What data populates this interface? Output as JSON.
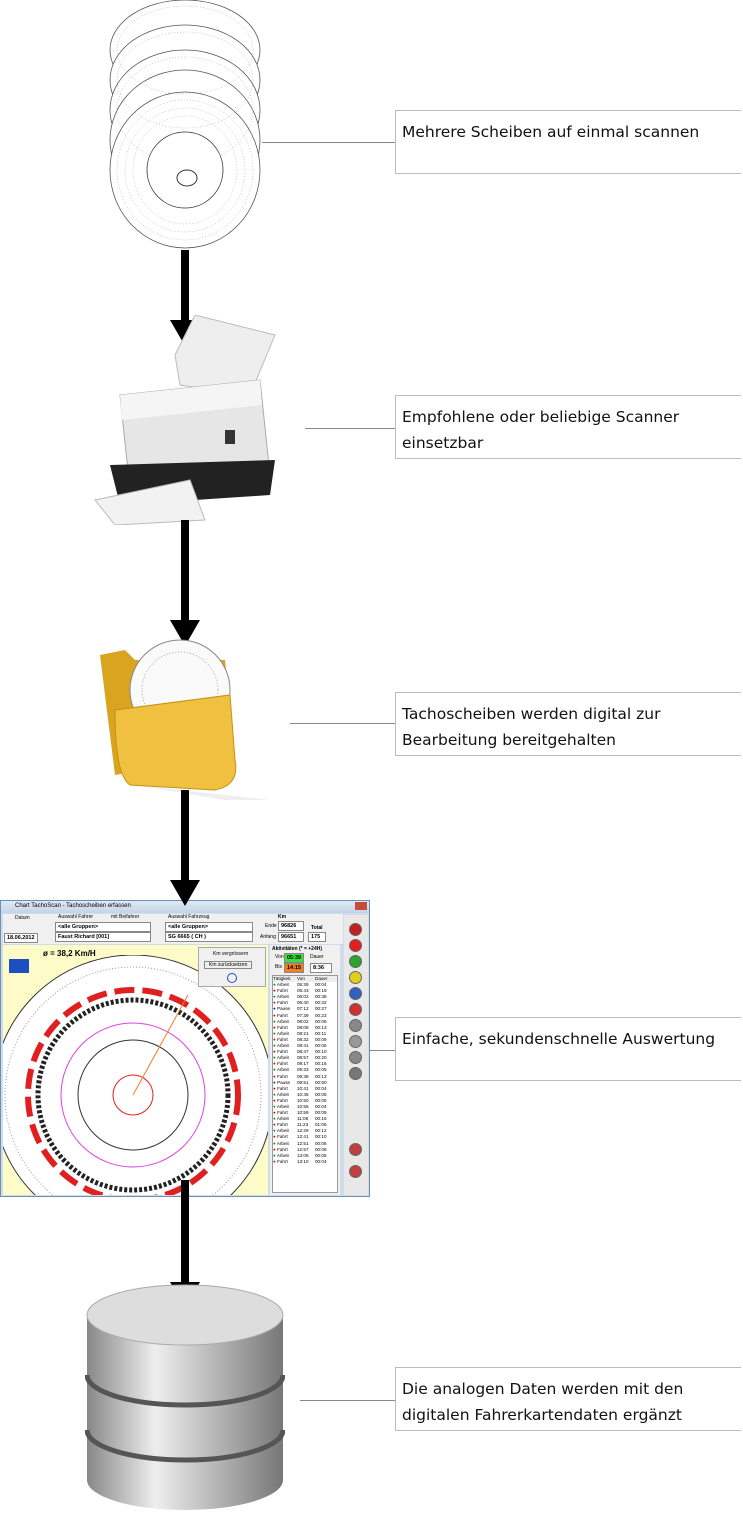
{
  "steps": [
    {
      "label": "Mehrere Scheiben auf einmal scannen",
      "icon": "tachograph-discs-icon"
    },
    {
      "label": "Empfohlene oder beliebige Scanner einsetzbar",
      "icon": "scanner-icon"
    },
    {
      "label": "Tachoscheiben werden digital zur Bearbeitung bereitgehalten",
      "icon": "folder-icon"
    },
    {
      "label": "Einfache, sekundenschnelle Auswertung",
      "icon": "app-screenshot"
    },
    {
      "label": "Die analogen Daten werden mit den digitalen Fahrerkartendaten ergänzt",
      "icon": "database-icon"
    }
  ],
  "app": {
    "title": "Chart TachoScan - Tachoscheiben erfassen",
    "date_label": "Datum",
    "date": "18.06.2012",
    "driver_label": "Auswahl Fahrer",
    "co_driver": "mit Beifahrer",
    "driver_group": "<alle Gruppen>",
    "driver": "Faust Richard [001]",
    "vehicle_label": "Auswahl Fahrzeug",
    "vehicle_group": "<alle Gruppen>",
    "vehicle": "SG 6665 ( CH )",
    "km_label": "Km",
    "end_label": "Ende",
    "end": "96826",
    "start_label": "Anfang",
    "start": "96651",
    "total_label": "Total",
    "total": "175",
    "speed": "ø = 38,2 Km/H",
    "km_enlarge": "Km vergrössern",
    "km_reset": "Km zurücksetzen",
    "activities_label": "Aktivitäten   (* = +24H)",
    "from_label": "Von",
    "from": "05:39",
    "to_label": "Bis",
    "to": "14:15",
    "duration_label": "Dauer",
    "duration": "8:36",
    "columns": [
      "Tätigkeit",
      "Von",
      "Dauer"
    ],
    "rows": [
      [
        "Arbeit",
        "05:39",
        "00:04"
      ],
      [
        "Fahrt",
        "05:43",
        "00:19"
      ],
      [
        "Arbeit",
        "06:02",
        "00:38"
      ],
      [
        "Fahrt",
        "06:40",
        "00:32"
      ],
      [
        "Pause",
        "07:12",
        "00:27"
      ],
      [
        "Fahrt",
        "07:39",
        "00:23"
      ],
      [
        "Arbeit",
        "08:02",
        "00:06"
      ],
      [
        "Fahrt",
        "08:08",
        "00:13"
      ],
      [
        "Arbeit",
        "08:21",
        "00:11"
      ],
      [
        "Fahrt",
        "08:32",
        "00:09"
      ],
      [
        "Arbeit",
        "08:41",
        "00:06"
      ],
      [
        "Fahrt",
        "08:47",
        "00:10"
      ],
      [
        "Arbeit",
        "08:57",
        "00:20"
      ],
      [
        "Fahrt",
        "09:17",
        "00:16"
      ],
      [
        "Arbeit",
        "09:33",
        "00:05"
      ],
      [
        "Fahrt",
        "09:38",
        "00:13"
      ],
      [
        "Pause",
        "09:51",
        "00:50"
      ],
      [
        "Fahrt",
        "10:41",
        "00:04"
      ],
      [
        "Arbeit",
        "10:45",
        "00:05"
      ],
      [
        "Fahrt",
        "10:50",
        "00:05"
      ],
      [
        "Arbeit",
        "10:55",
        "00:04"
      ],
      [
        "Fahrt",
        "10:59",
        "00:09"
      ],
      [
        "Arbeit",
        "11:08",
        "00:15"
      ],
      [
        "Fahrt",
        "11:23",
        "01:06"
      ],
      [
        "Arbeit",
        "12:29",
        "00:12"
      ],
      [
        "Fahrt",
        "12:41",
        "00:10"
      ],
      [
        "Arbeit",
        "12:51",
        "00:06"
      ],
      [
        "Fahrt",
        "12:57",
        "00:08"
      ],
      [
        "Arbeit",
        "13:05",
        "00:05"
      ],
      [
        "Fahrt",
        "13:10",
        "00:04"
      ]
    ],
    "colors": {
      "Arbeit": "#1a8a1a",
      "Fahrt": "#d01010",
      "Pause": "#1030c0"
    }
  }
}
